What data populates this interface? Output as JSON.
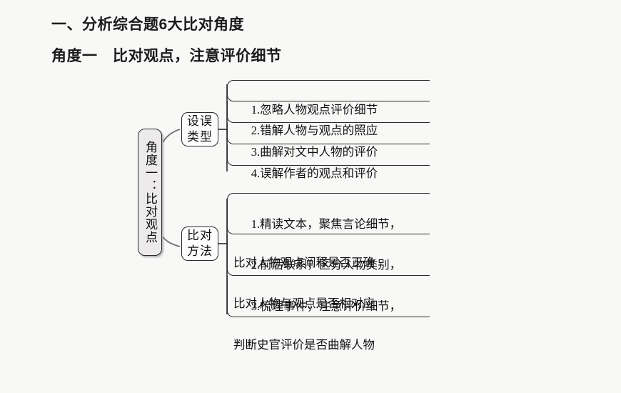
{
  "headings": {
    "main": "一、分析综合题6大比对角度",
    "sub": "角度一　比对观点，注意评价细节"
  },
  "diagram": {
    "root": {
      "label": "角度一：比对观点"
    },
    "branches": [
      {
        "id": "error-types",
        "label_line1": "设误",
        "label_line2": "类型",
        "items": [
          {
            "line1": "1.忽略人物观点评价细节"
          },
          {
            "line1": "2.错解人物与观点的照应"
          },
          {
            "line1": "3.曲解对文中人物的评价"
          },
          {
            "line1": "4.误解作者的观点和评价"
          }
        ]
      },
      {
        "id": "comparison-methods",
        "label_line1": "比对",
        "label_line2": "方法",
        "items": [
          {
            "line1": "1.精读文本，聚焦言论细节，",
            "line2": "比对人物观点阐释是否正确"
          },
          {
            "line1": "2.前后联系，区分人物类别，",
            "line2": "比对人物与观点是否相对应"
          },
          {
            "line1": "3.梳理事件，注意评价细节，",
            "line2": "判断史官评价是否曲解人物"
          }
        ]
      }
    ]
  },
  "colors": {
    "background": "#f8f8f7",
    "text": "#111111",
    "stroke": "#2b2b2b",
    "root_fill": "#eceaea",
    "branch_fill": "#fdfdfd"
  }
}
